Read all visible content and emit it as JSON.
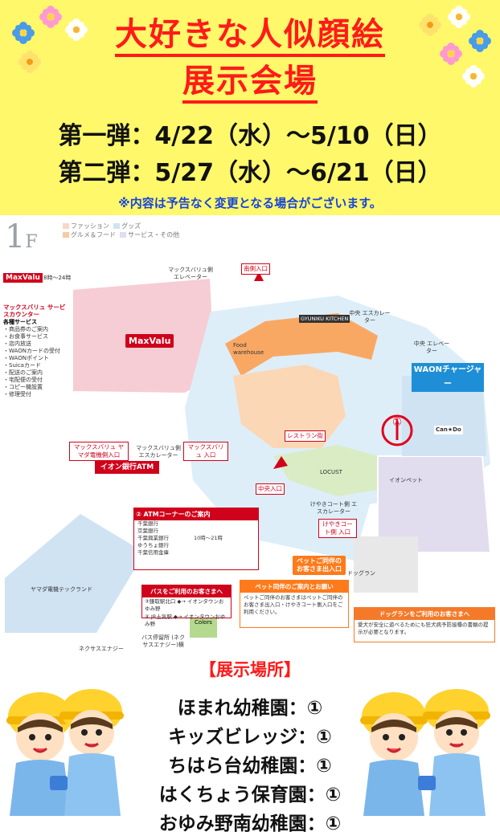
{
  "header": {
    "title_line1": "大好きな人似顔絵",
    "title_line2": "展示会場",
    "date_line1": "第一弾：4/22（水）～5/10（日）",
    "date_line2": "第二弾：5/27（水）～6/21（日）",
    "notice": "※内容は予告なく変更となる場合がございます。"
  },
  "map": {
    "floor": "1",
    "floor_suffix": "F",
    "legend": [
      "ファッション",
      "グッズ",
      "グルメ＆フード",
      "サービス・その他"
    ],
    "legend_colors": [
      "#f7d7c8",
      "#cfe3f3",
      "#f9c9a2",
      "#e2dcef"
    ],
    "maxvalu_logo": "MaxValu",
    "maxvalu_hours": "8時～24時",
    "service_counter": {
      "title": "マックスバリュ サービスカウンター",
      "subtitle": "各種サービス",
      "items": [
        "・商品券のご案内",
        "・お食事サービス",
        "・店内放送",
        "・WAONカードの受付",
        "・WAONポイント",
        "・Suicaカード",
        "・配送のご案内",
        "・宅配便の受付",
        "・コピー機設置",
        "・修理受付"
      ]
    },
    "labels": {
      "south_entrance": "南側入口",
      "max_elevator": "マックスバリュ側 エレベーター",
      "max_escalator": "マックスバリュ側 エスカレーター",
      "max_yamada_entrance": "マックスバリュ ヤマダ電機側入口",
      "max_entrance": "マックスバリュ 入口",
      "aeon_atm": "イオン銀行ATM",
      "center_escalator": "中央 エスカレーター",
      "center_elevator": "中央 エレベーター",
      "waon_charger": "WAONチャージャー",
      "center_entrance": "中央入口",
      "restroom": "レストラン街",
      "keyaki_escalator": "けやきコート側 エスカレーター",
      "keyaki_entrance": "けやきコート側 入口",
      "pet_entrance": "ペットご同伴の お客さま出入口",
      "yamada": "ヤマダ電機テックランド",
      "nexus_energy": "ネクサスエナジー",
      "bus_stop": "バス停留所 (ネクサスエナジー)横",
      "workman": "Workman Colors",
      "candoo": "Can★Do",
      "cedar_kitchen": "GYUNIKU KITCHEN",
      "food_warehouse": "Food warehouse",
      "locust": "LOCUST",
      "aeon_pet": "イオンペット",
      "dog_run": "ドッグラン",
      "station_num": "①"
    },
    "atm_box": {
      "title": "② ATMコーナーのご案内",
      "banks": [
        "千葉銀行",
        "京葉銀行",
        "千葉興業銀行",
        "ゆうちょ銀行",
        "千葉信用金庫"
      ],
      "hours": "10時～21時"
    },
    "bus_box": {
      "title": "バスをご利用のお客さまへ",
      "lines": [
        "③鎌取駅北口 ◆→ イオンタウンおゆみ野",
        "④ JR土気駅 ◆→ イオンタウンおゆみ野"
      ]
    },
    "pet_box": {
      "title": "ペット同伴のご案内とお願い",
      "text": "ペットご同伴のお客さまはペットご同伴のお客さま出入口・けやきコート側入口をご利用ください。"
    },
    "dog_box": {
      "title": "ドッグランをご利用のお客さまへ",
      "text": "愛犬が安全に遊べるためにも狂犬病予防接種の書類の提示が必要となります。"
    }
  },
  "exhibit": {
    "heading": "【展示場所】",
    "schools": [
      "ほまれ幼稚園：①",
      "キッズビレッジ：①",
      "ちはら台幼稚園：①",
      "はくちょう保育園：①",
      "おゆみ野南幼稚園：①"
    ]
  },
  "colors": {
    "header_bg": "#fff86a",
    "title_red": "#ff1a1a",
    "notice_blue": "#1744d8"
  }
}
